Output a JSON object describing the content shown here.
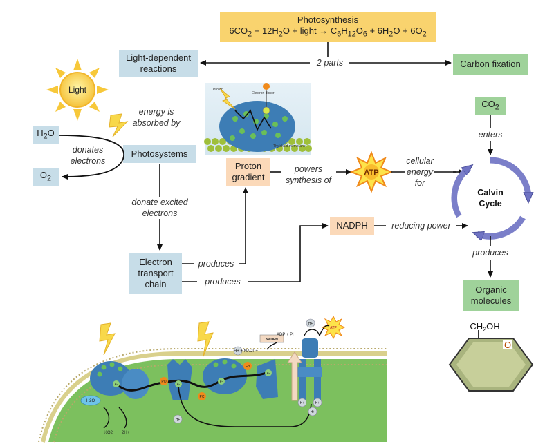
{
  "title_box": {
    "title": "Photosynthesis",
    "equation": "6CO2 + 12H2O + light → C6H12O6 + 6H2O + 6O2"
  },
  "nodes": {
    "light_dependent": "Light-dependent reactions",
    "carbon_fixation": "Carbon fixation",
    "light": "Light",
    "h2o": "H2O",
    "o2": "O2",
    "photosystems": "Photosystems",
    "proton_gradient": "Proton gradient",
    "atp": "ATP",
    "co2": "CO2",
    "calvin_cycle": "Calvin Cycle",
    "nadph": "NADPH",
    "electron_transport_chain": "Electron transport chain",
    "organic_molecules": "Organic molecules",
    "ch2oh": "CH2OH",
    "ring_o": "O"
  },
  "edge_labels": {
    "two_parts": "2 parts",
    "energy_absorbed": "energy is absorbed by",
    "donates_electrons": "donates electrons",
    "donate_excited": "donate excited electrons",
    "powers_synthesis": "powers synthesis of",
    "cellular_energy": "cellular energy for",
    "enters": "enters",
    "reducing_power": "reducing power",
    "produces_1": "produces",
    "produces_2": "produces",
    "produces_3": "produces"
  },
  "inset_labels": {
    "proton": "Proton",
    "electron_donor": "Electron donor",
    "thylakoid_membrane": "Thylakoid membrane"
  },
  "membrane_labels": {
    "h2o": "H2O",
    "half_o2": "½O2",
    "two_h": "2H+",
    "h_plus": "H+",
    "nadp": "H+ + NADP+",
    "nadph": "NADPH",
    "adp": "ADP + Pi",
    "atp": "ATP",
    "pq": "PQ",
    "pc": "PC",
    "fd": "Fd",
    "e": "e-"
  },
  "colors": {
    "blue_box": "#c7dde8",
    "green_box": "#9fd29a",
    "yellow_box": "#f9d36e",
    "peach_box": "#fbd9b9",
    "calvin_ring": "#7b7fc9",
    "stroma": "#7cc05e",
    "protein": "#3d7db5"
  }
}
